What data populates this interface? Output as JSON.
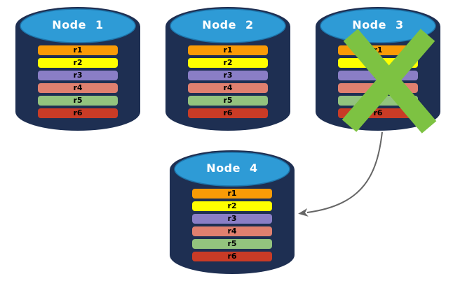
{
  "diagram": {
    "colors": {
      "background": "#FFFFFF",
      "cylinder_body": "#1E2F52",
      "cylinder_top": "#2E9BD6",
      "cylinder_top_stroke": "#1E76AC",
      "node_title_text": "#FFFFFF",
      "replica_text": "#000000",
      "failure_cross": "#7DC242",
      "arrow": "#666666"
    },
    "nodes": [
      {
        "title": "Node 1",
        "failed": false
      },
      {
        "title": "Node 2",
        "failed": false
      },
      {
        "title": "Node 3",
        "failed": true
      },
      {
        "title": "Node 4",
        "failed": false
      }
    ],
    "replicas": [
      {
        "label": "r1",
        "color": "#F99B06"
      },
      {
        "label": "r2",
        "color": "#FFFF00"
      },
      {
        "label": "r3",
        "color": "#8A7EC6"
      },
      {
        "label": "r4",
        "color": "#E0806F"
      },
      {
        "label": "r5",
        "color": "#93C37E"
      },
      {
        "label": "r6",
        "color": "#C93B26"
      }
    ],
    "arrow": {
      "from": "Node 3",
      "to": "Node 4"
    }
  }
}
